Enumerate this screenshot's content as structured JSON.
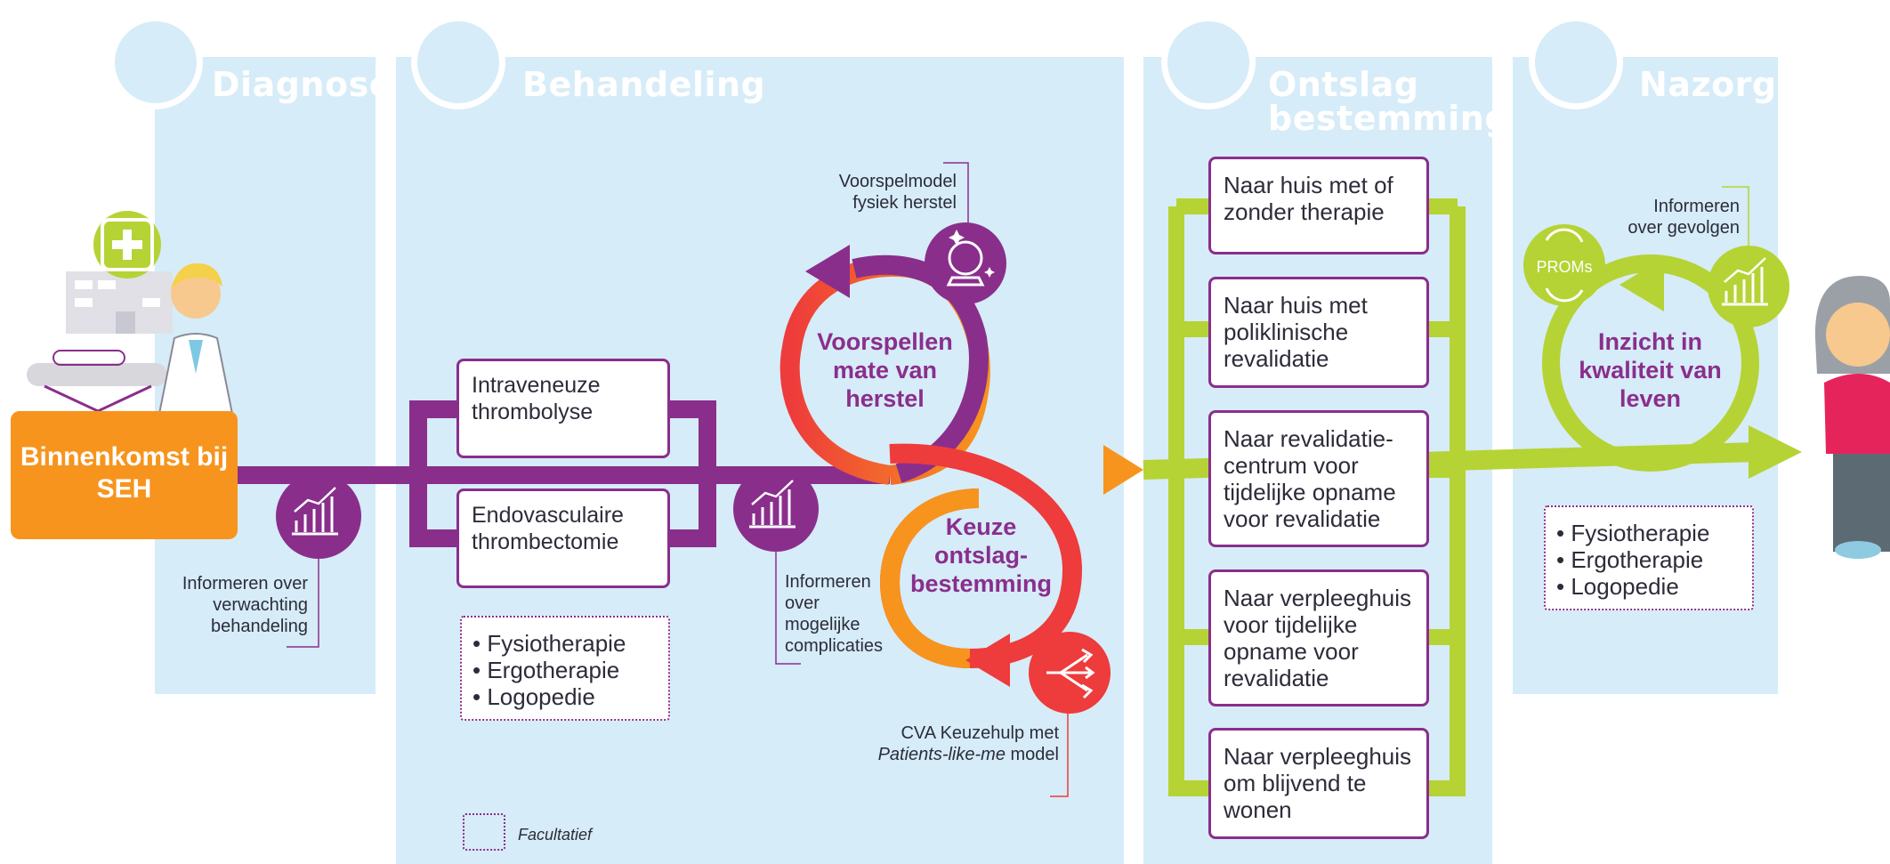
{
  "phases": {
    "diagnose": "Diagnose",
    "behandeling": "Behandeling",
    "ontslag": "Ontslag bestemming",
    "nazorg": "Nazorg"
  },
  "start": "Binnenkomst bij SEH",
  "treatments": {
    "ivt": "Intraveneuze thrombolyse",
    "evt": "Endovasculaire thrombectomie"
  },
  "therapies": [
    "Fysiotherapie",
    "Ergotherapie",
    "Logopedie"
  ],
  "info": {
    "verwachting": "Informeren over verwachting behandeling",
    "complicaties": "Informeren over mogelijke complicaties",
    "gevolgen": "Informeren over gevolgen"
  },
  "loops": {
    "voorspellen": "Voorspellen mate van herstel",
    "keuze": "Keuze ontslag-bestemming",
    "inzicht": "Inzicht in kwaliteit van leven"
  },
  "models": {
    "voorspelmodel": "Voorspelmodel fysiek herstel",
    "keuzehulp_prefix": "CVA Keuzehulp met",
    "keuzehulp_italic": "Patients-like-me",
    "keuzehulp_suffix": "model"
  },
  "proms": "PROMs",
  "destinations": [
    "Naar huis met of zonder therapie",
    "Naar huis met poliklinische revalidatie",
    "Naar revalidatie-centrum voor tijdelijke opname voor revalidatie",
    "Naar verpleeghuis voor tijdelijke opname voor revalidatie",
    "Naar verpleeghuis om blijvend te wonen"
  ],
  "legend": "Facultatief",
  "colors": {
    "panel": "#d6ecf8",
    "purple": "#8a2e8c",
    "orange": "#f7941d",
    "red": "#ee3b3b",
    "green": "#b5d334"
  }
}
